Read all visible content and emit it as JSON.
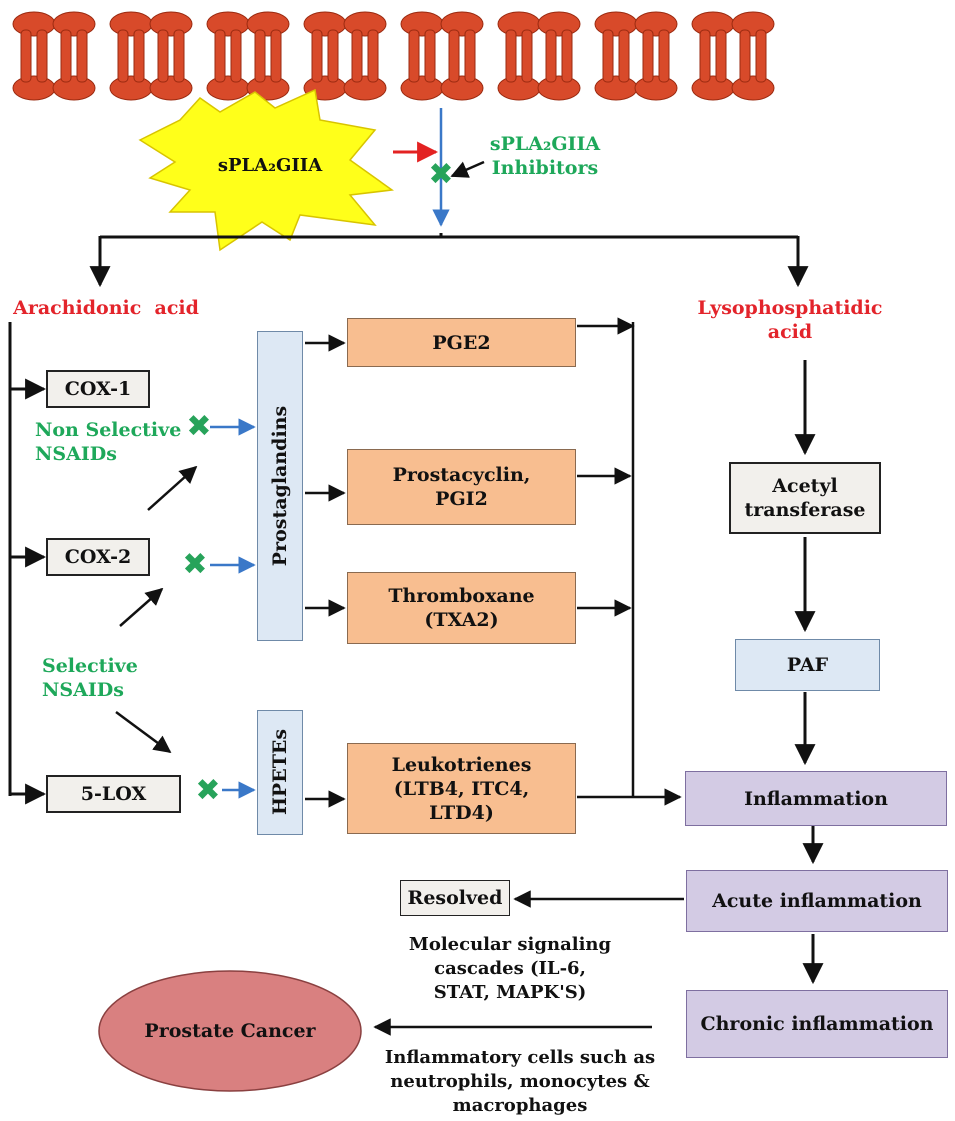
{
  "labels": {
    "enzyme": "sPLA₂GIIA",
    "inhibitors": "sPLA₂GIIA\nInhibitors",
    "arachidonic": "Arachidonic  acid",
    "lysophosphatidic": "Lysophosphatidic\nacid",
    "nonselective": "Non Selective\nNSAIDs",
    "selective": "Selective\nNSAIDs",
    "molecular": "Molecular signaling\ncascades (IL-6,\nSTAT, MAPK'S)",
    "inflammatory_cells": "Inflammatory cells such as\nneutrophils, monocytes &\nmacrophages"
  },
  "boxes": {
    "cox1": "COX-1",
    "cox2": "COX-2",
    "lox5": "5-LOX",
    "prostaglandins": "Prostaglandins",
    "hpetes": "HPETEs",
    "pge2": "PGE2",
    "prostacyclin": "Prostacyclin,\nPGI2",
    "thromboxane": "Thromboxane\n(TXA2)",
    "leukotrienes": "Leukotrienes\n(LTB4, ITC4,\nLTD4)",
    "acetyl": "Acetyl\ntransferase",
    "paf": "PAF",
    "inflammation": "Inflammation",
    "acute": "Acute inflammation",
    "chronic": "Chronic inflammation",
    "resolved": "Resolved",
    "prostate": "Prostate Cancer"
  },
  "colors": {
    "red_text": "#e3242b",
    "green_text": "#1ea85a",
    "membrane": "#d84a2a",
    "star": "#ffff1a",
    "orange_box": "#f8be90",
    "blue_box": "#dde8f4",
    "purple_box": "#d3cbe4",
    "ellipse": "#d98080"
  }
}
